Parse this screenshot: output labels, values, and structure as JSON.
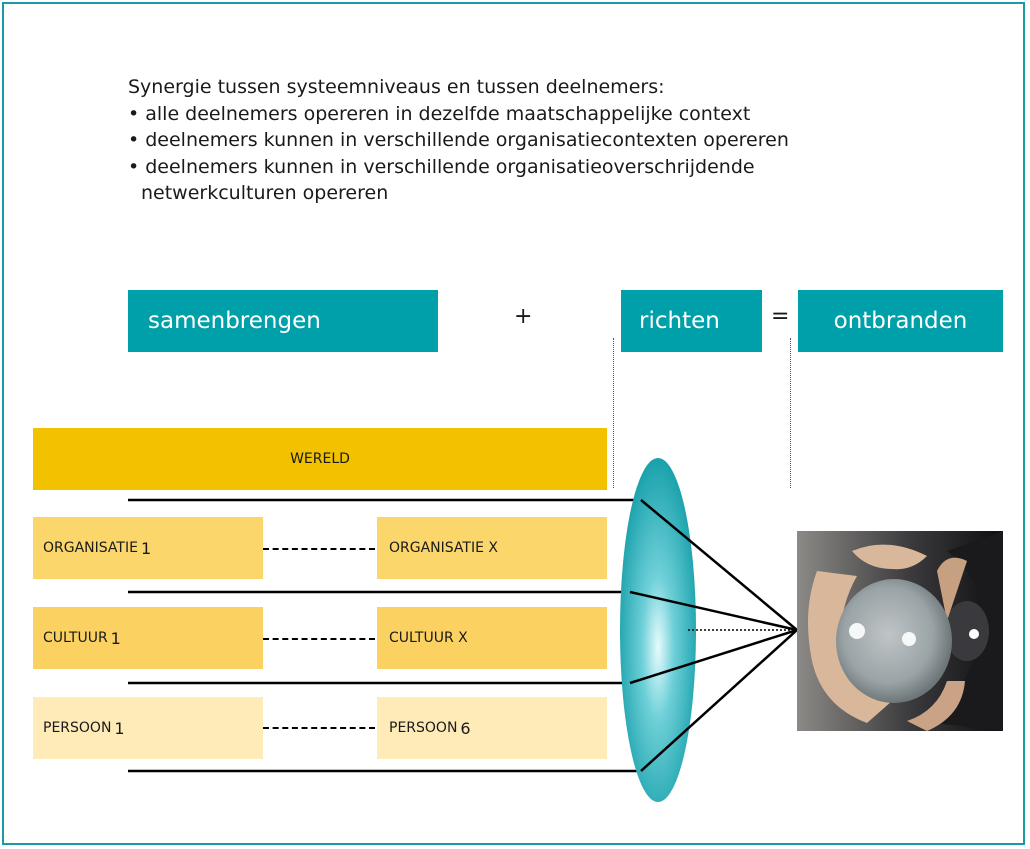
{
  "intro": {
    "heading": "Synergie tussen systeemniveaus en tussen deelnemers:",
    "bullets": [
      "• alle deelnemers opereren in dezelfde maatschappelijke context",
      "• deelnemers kunnen in verschillende organisatiecontexten opereren",
      "• deelnemers kunnen in verschillende organisatieoverschrijdende"
    ],
    "bullet_continuation": "netwerkculturen opereren"
  },
  "formula": {
    "term1": "samenbrengen",
    "plus": "+",
    "term2": "richten",
    "equals": "=",
    "result": "ontbranden"
  },
  "levels": {
    "world": "WERELD",
    "rows": [
      {
        "left_label": "ORGANISATIE",
        "left_num": "1",
        "right_label": "ORGANISATIE X",
        "right_num": ""
      },
      {
        "left_label": "CULTUUR",
        "left_num": "1",
        "right_label": "CULTUUR X",
        "right_num": ""
      },
      {
        "left_label": "PERSOON",
        "left_num": "1",
        "right_label": "PERSOON",
        "right_num": "6"
      }
    ]
  },
  "colors": {
    "teal": "#00a0ab",
    "frame": "#1a9aa7",
    "world": "#f2c200",
    "organisation": "#fbd66a",
    "culture": "#fbd262",
    "person": "#feebb8"
  },
  "icons": {
    "lens": "lens-icon",
    "photo": "glowing-orb-photo"
  }
}
